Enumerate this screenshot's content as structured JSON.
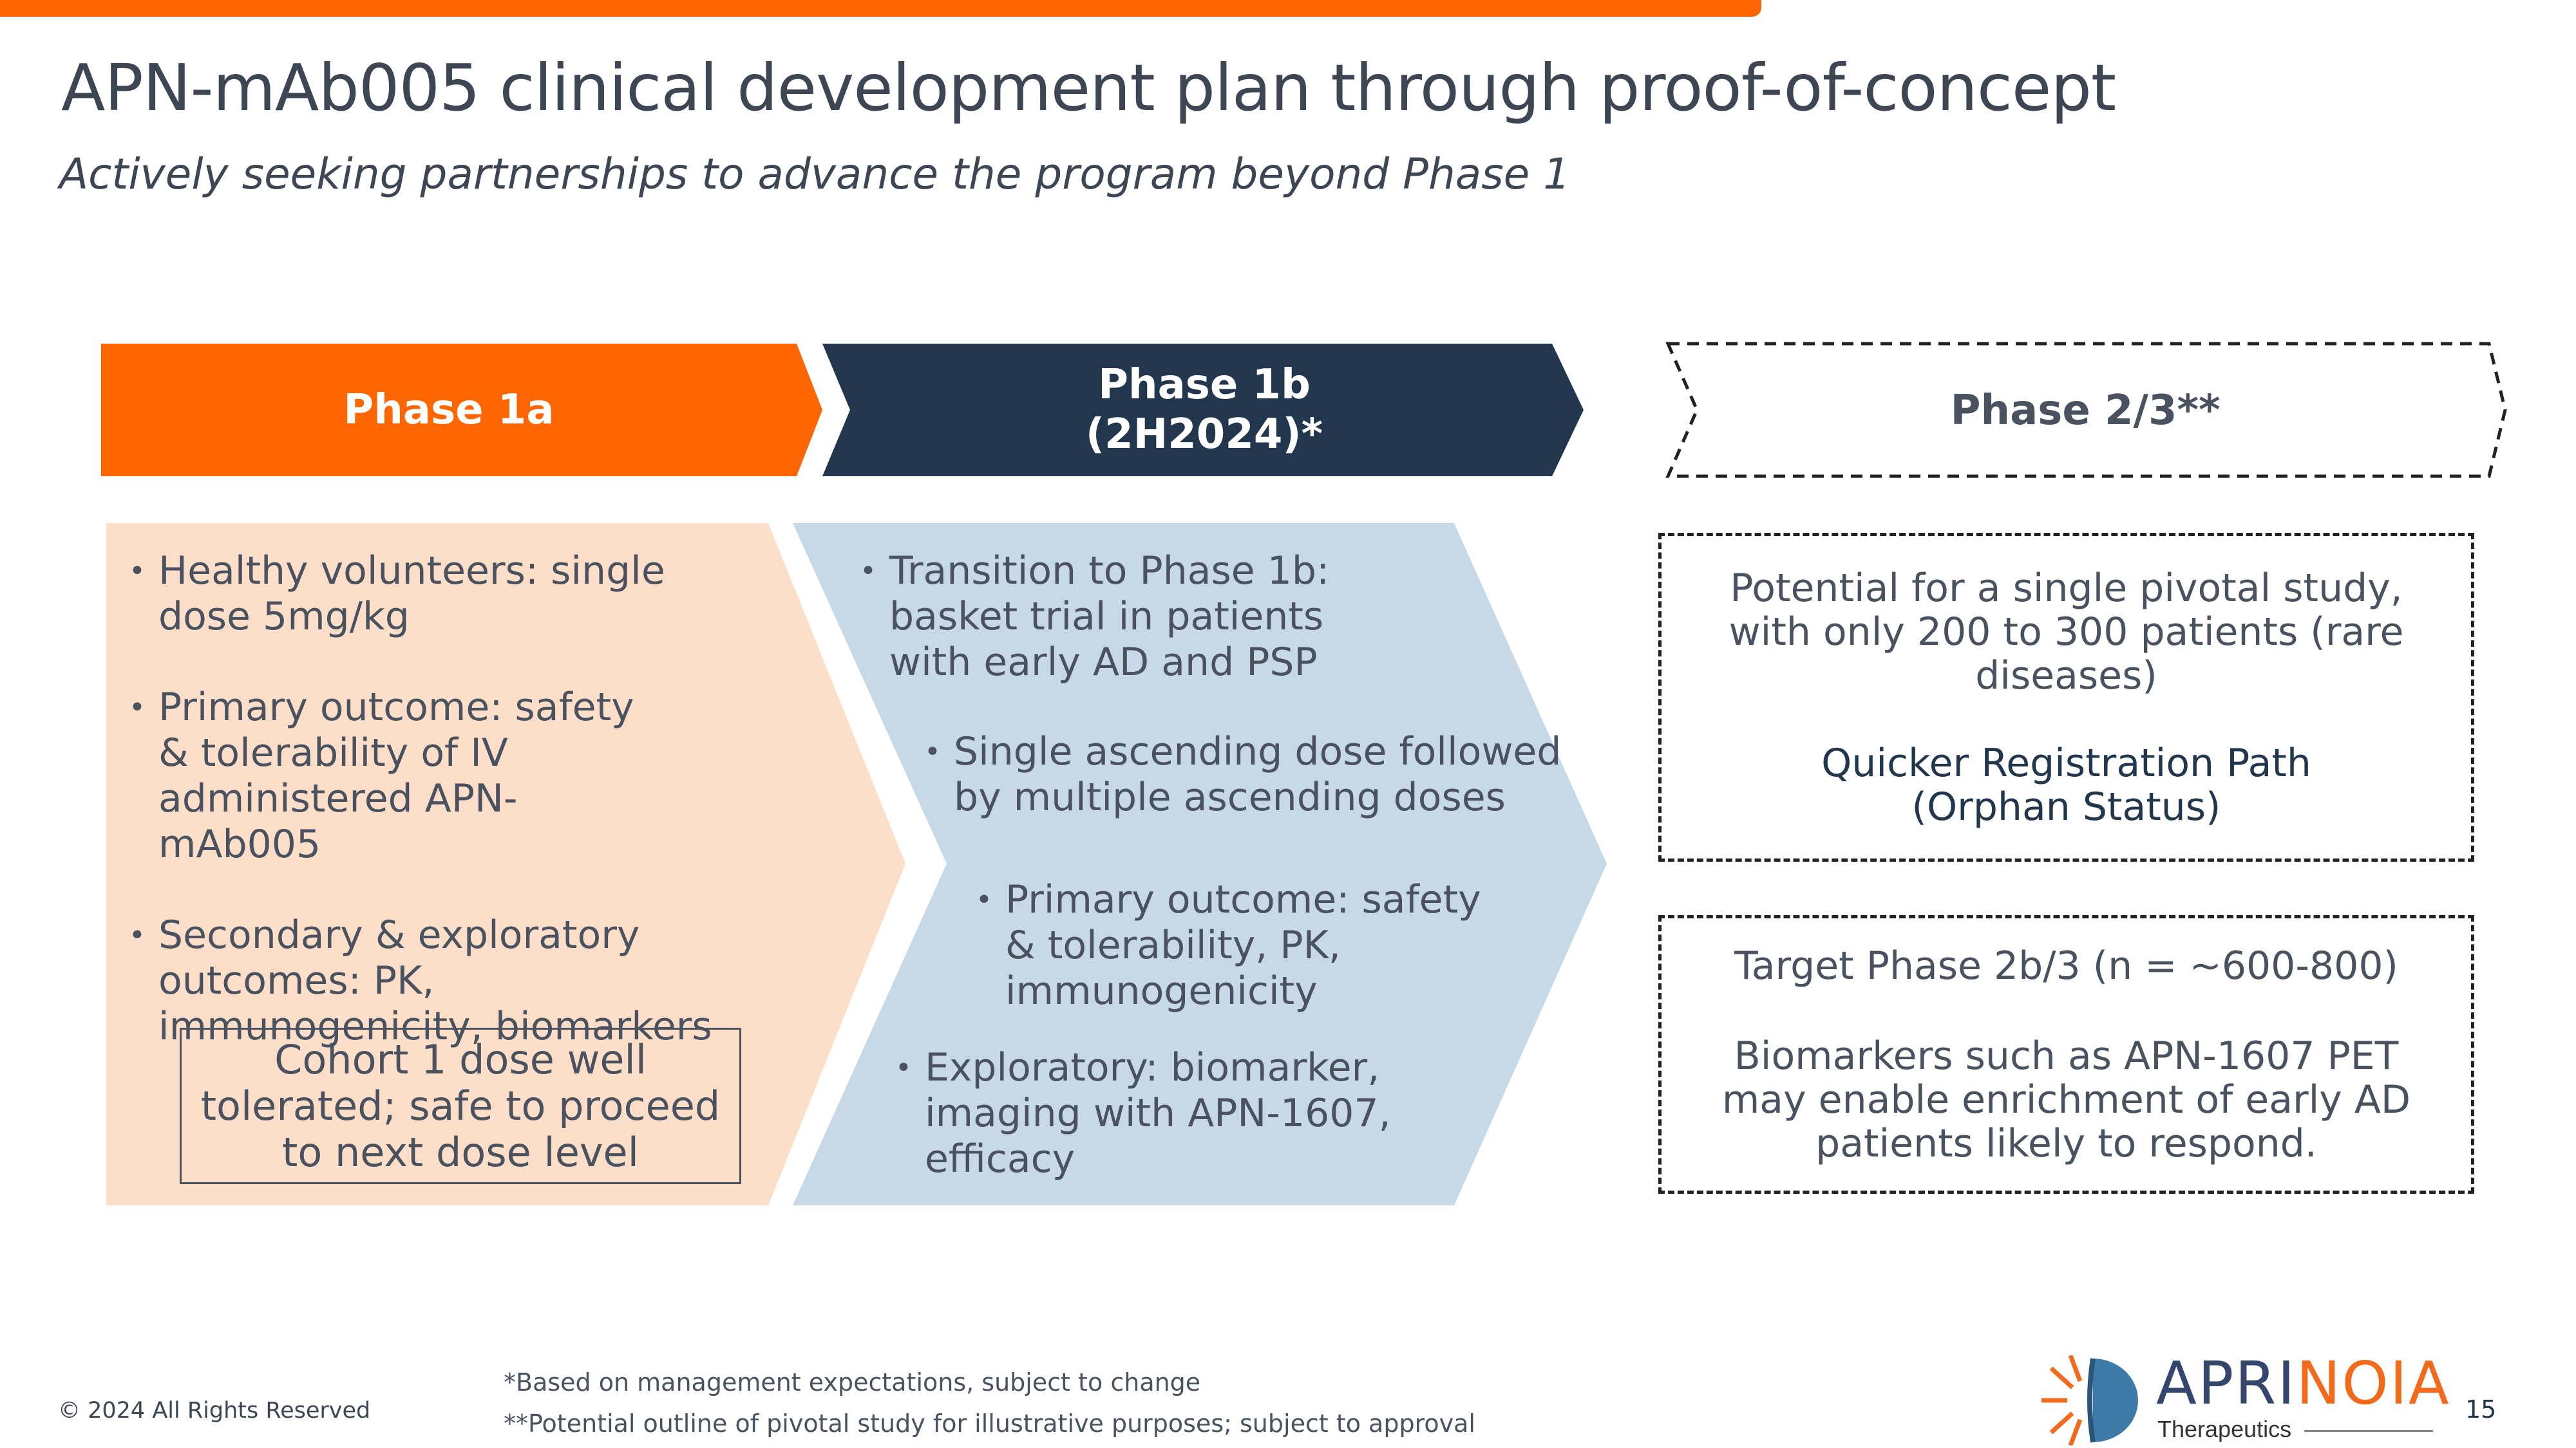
{
  "title": "APN-mAb005 clinical development plan through proof-of-concept",
  "subtitle": "Actively seeking partnerships to advance the program beyond Phase 1",
  "colors": {
    "orange": "#ff6600",
    "navy": "#22364d",
    "peach": "#fddfc9",
    "blue": "#c7d8e6"
  },
  "phases": {
    "phase1a": {
      "label": "Phase 1a",
      "bullets": [
        "Healthy volunteers: single dose 5mg/kg",
        "Primary outcome: safety & tolerability of IV administered APN-mAb005",
        "Secondary & exploratory outcomes: PK, immunogenicity, biomarkers"
      ],
      "callout": "Cohort 1 dose well tolerated; safe to proceed to next dose level"
    },
    "phase1b": {
      "label_line1": "Phase 1b",
      "label_line2": "(2H2024)*",
      "bullets": [
        "Transition to Phase 1b: basket trial in patients with early AD and PSP",
        "Single ascending dose followed by multiple ascending doses",
        "Primary outcome: safety & tolerability, PK, immunogenicity",
        "Exploratory: biomarker, imaging with APN-1607, efficacy"
      ]
    },
    "phase23": {
      "label": "Phase 2/3**",
      "box1_text": "Potential for a single pivotal study, with only 200 to 300 patients (rare diseases)",
      "box1_highlight_line1": "Quicker Registration Path",
      "box1_highlight_line2": "(Orphan Status)",
      "box2_text1": "Target Phase 2b/3 (n = ~600-800)",
      "box2_text2": "Biomarkers such as APN-1607 PET may enable enrichment of early AD patients likely to respond."
    }
  },
  "footer": {
    "copyright": "© 2024 All Rights Reserved",
    "footnote1": "*Based on management expectations, subject to change",
    "footnote2": "**Potential outline of pivotal study for illustrative purposes; subject to approval",
    "logo_main_a": "APRI",
    "logo_main_b": "NOIA",
    "logo_sub": "Therapeutics",
    "page_number": "15"
  }
}
